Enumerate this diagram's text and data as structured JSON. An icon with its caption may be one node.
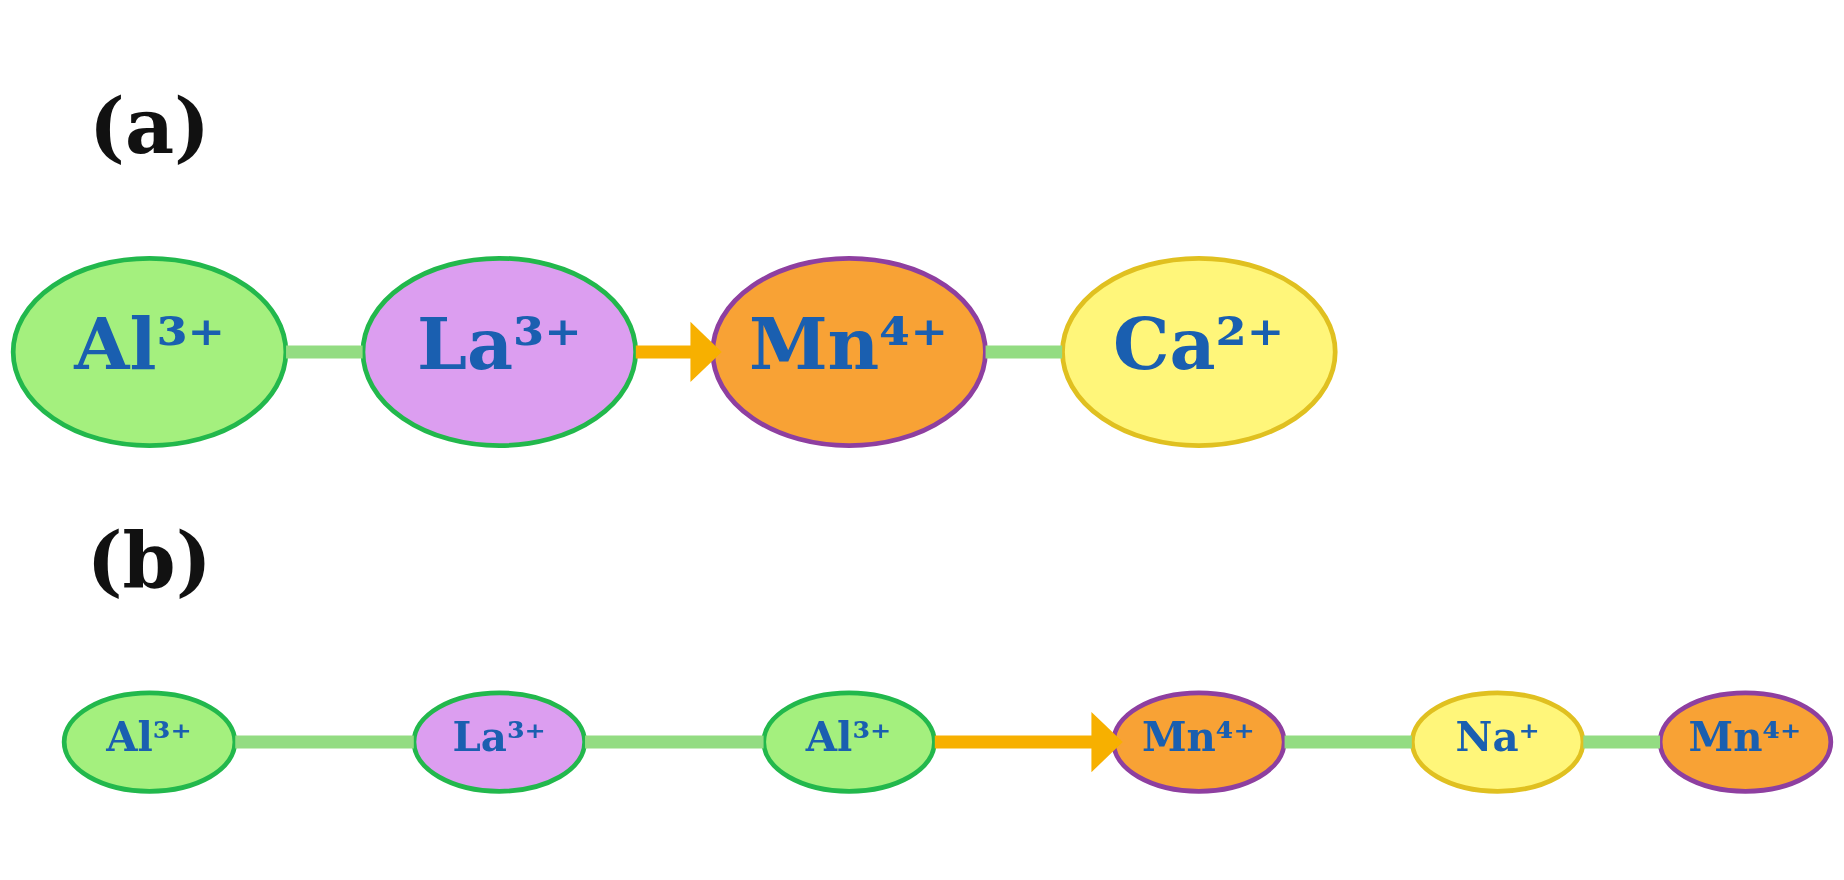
{
  "diagram": {
    "nodes": [
      {
        "text": [
          "Al³⁺"
        ]
      },
      {
        "text": [
          "La³⁺"
        ]
      },
      {
        "text": [
          "Mn⁴⁺"
        ]
      },
      {
        "text": [
          "Ca²⁺"
        ]
      },
      {
        "text": [
          "Al³⁺"
        ]
      },
      {
        "text": [
          "La³⁺"
        ]
      },
      {
        "text": [
          "Al³⁺"
        ]
      },
      {
        "text": [
          "Mn⁴⁺"
        ]
      },
      {
        "text": [
          "Na⁺"
        ]
      },
      {
        "text": [
          "Mn⁴⁺"
        ]
      }
    ],
    "edges": [
      {
        "from": 0,
        "to": 1,
        "arrow": "none"
      },
      {
        "from": 1,
        "to": 2,
        "arrow": "to",
        "color": "#f7b000"
      },
      {
        "from": 2,
        "to": 3,
        "arrow": "none"
      },
      {
        "from": 4,
        "to": 5,
        "arrow": "none"
      },
      {
        "from": 5,
        "to": 6,
        "arrow": "none"
      },
      {
        "from": 6,
        "to": 7,
        "arrow": "to",
        "color": "#f7b000"
      },
      {
        "from": 7,
        "to": 8,
        "arrow": "none"
      },
      {
        "from": 8,
        "to": 9,
        "arrow": "none"
      }
    ],
    "labels": [
      "(a)",
      "(b)"
    ]
  }
}
